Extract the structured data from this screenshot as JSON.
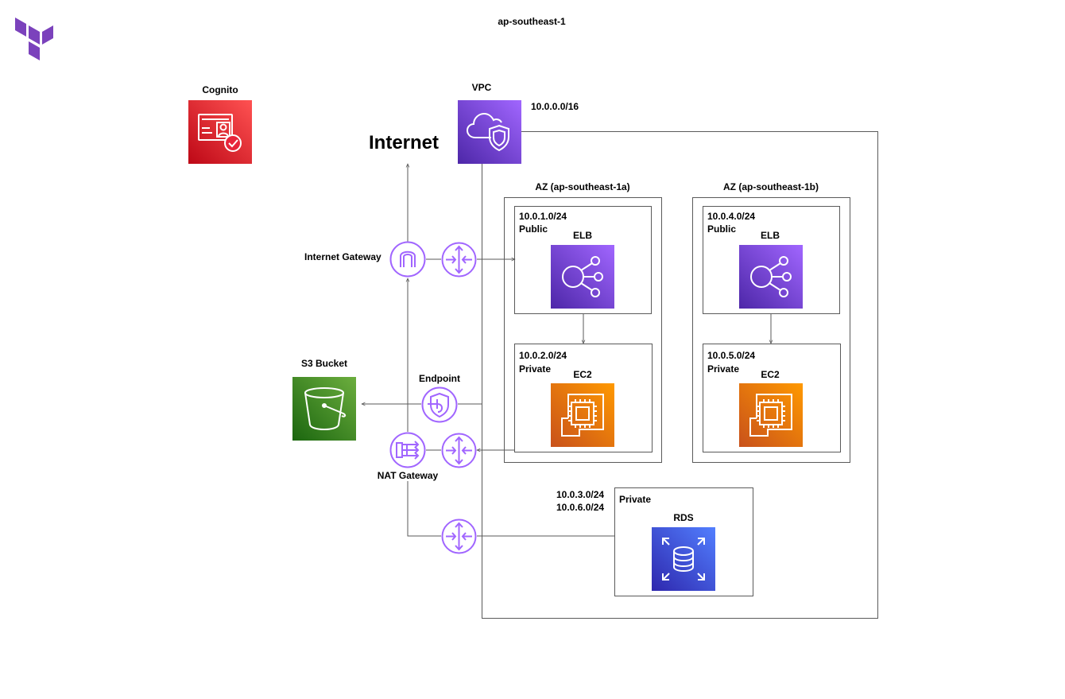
{
  "region": "ap-southeast-1",
  "internet": "Internet",
  "cognito": {
    "label": "Cognito"
  },
  "vpc": {
    "label": "VPC",
    "cidr": "10.0.0.0/16"
  },
  "az_a": {
    "label": "AZ (ap-southeast-1a)",
    "public_subnet": {
      "cidr": "10.0.1.0/24",
      "type": "Public",
      "service": "ELB"
    },
    "private_subnet": {
      "cidr": "10.0.2.0/24",
      "type": "Private",
      "service": "EC2"
    }
  },
  "az_b": {
    "label": "AZ (ap-southeast-1b)",
    "public_subnet": {
      "cidr": "10.0.4.0/24",
      "type": "Public",
      "service": "ELB"
    },
    "private_subnet": {
      "cidr": "10.0.5.0/24",
      "type": "Private",
      "service": "EC2"
    }
  },
  "db_subnet": {
    "cidr_1": "10.0.3.0/24",
    "cidr_2": "10.0.6.0/24",
    "type": "Private",
    "service": "RDS"
  },
  "internet_gateway": {
    "label": "Internet Gateway"
  },
  "nat_gateway": {
    "label": "NAT Gateway"
  },
  "endpoint": {
    "label": "Endpoint"
  },
  "s3": {
    "label": "S3 Bucket"
  },
  "colors": {
    "purple": "#8c4fff",
    "route_purple": "#a166ff",
    "cognito_red": "#dd344c",
    "s3_green": "#3f8624",
    "ec2_orange": "#ed7100",
    "rds_blue": "#3b48cc",
    "line": "#5a5a5a"
  }
}
